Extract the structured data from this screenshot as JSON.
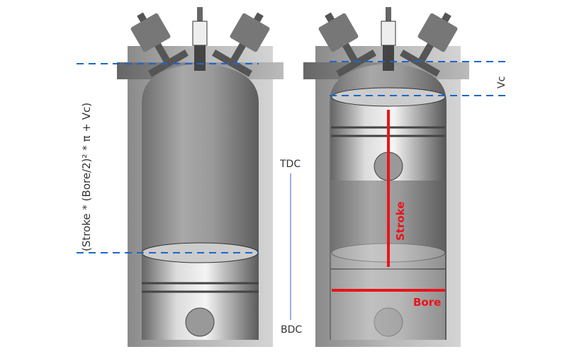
{
  "labels": {
    "formula": "(Stroke * (Bore/2)² * π + Vc)",
    "tdc": "TDC",
    "bdc": "BDC",
    "vc": "Vc",
    "stroke": "Stroke",
    "bore": "Bore"
  },
  "colors": {
    "dashed_line": "#1f66c9",
    "measure": "#e8141b",
    "axis_line": "#3a5fb8"
  }
}
